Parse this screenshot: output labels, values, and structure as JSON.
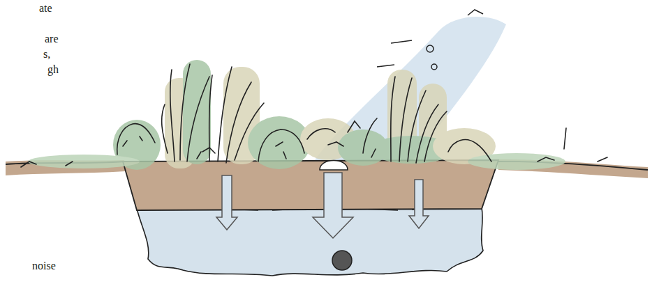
{
  "diagram": {
    "labels": [
      "ate",
      "are",
      "s,",
      "gh",
      "noise"
    ]
  }
}
